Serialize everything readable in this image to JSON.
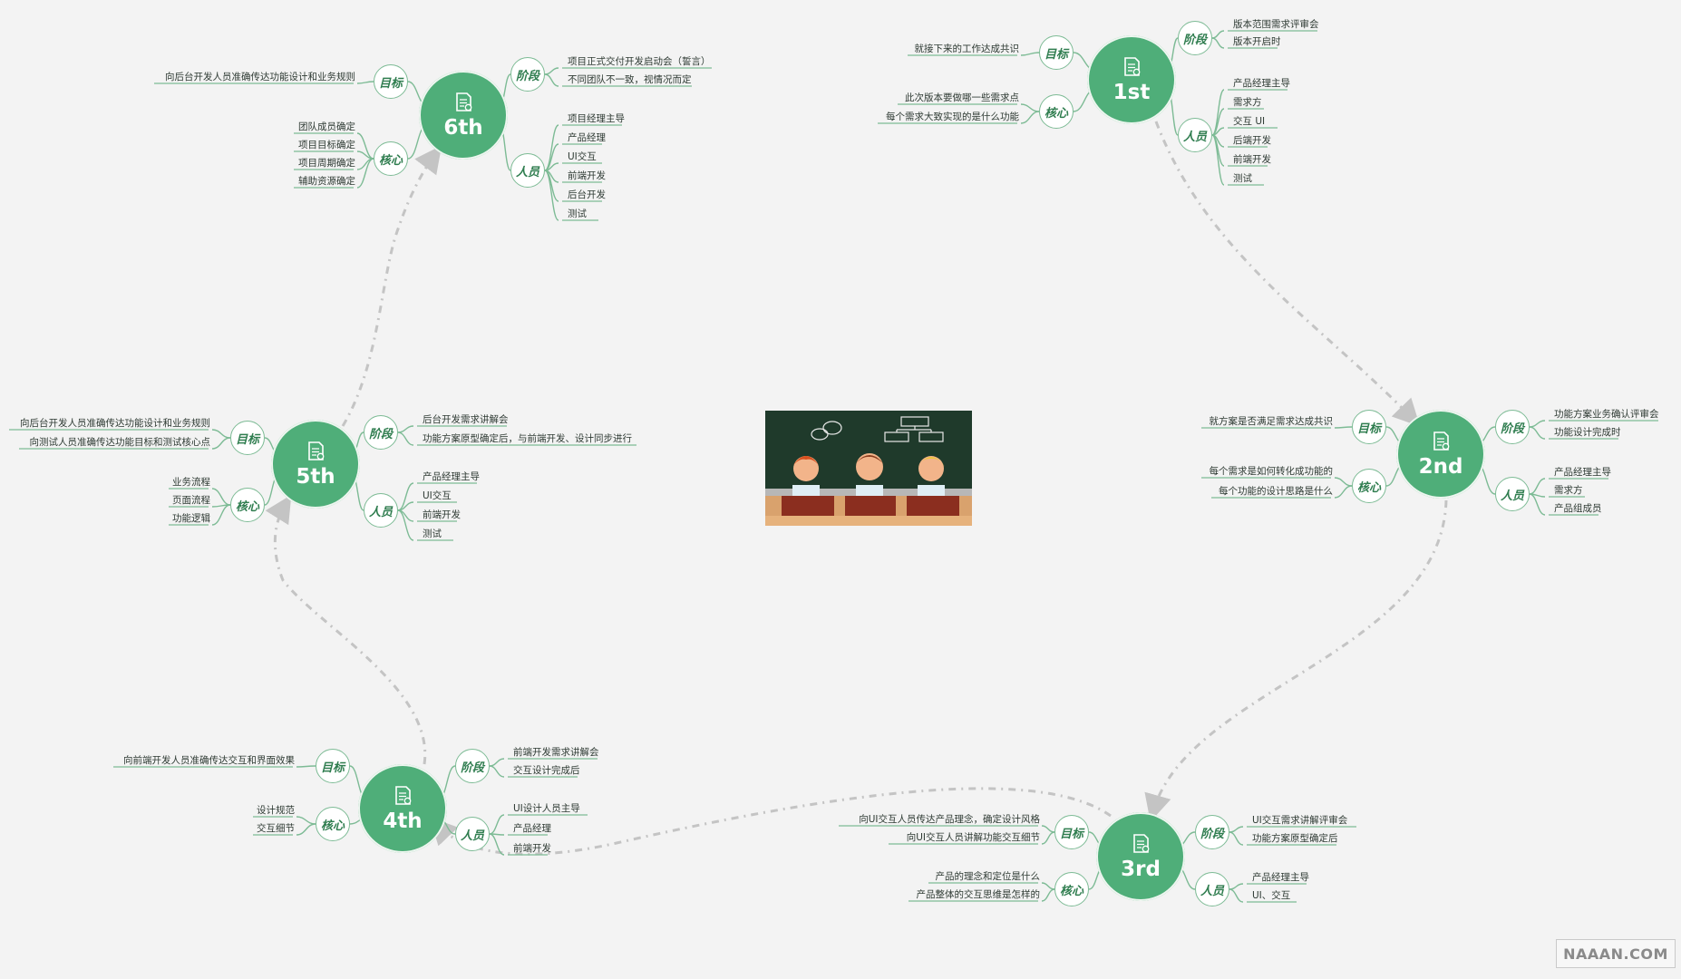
{
  "colors": {
    "hub": "#4fae79",
    "line": "#7dbb95",
    "arrow": "#c4c4c4",
    "text": "#2e3a33"
  },
  "watermark": "NAAAN.COM",
  "centre_image": {
    "icon": "classroom-illustration",
    "board_color": "#1f3a2b",
    "desk_color": "#8b2e1f",
    "floor_color": "#d9a26d"
  },
  "flow_order": [
    "1st",
    "2nd",
    "3rd",
    "4th",
    "5th",
    "6th"
  ],
  "stages": [
    {
      "id": "s1",
      "label": "1st",
      "cats": [
        {
          "id": "goal",
          "label": "目标",
          "items": [
            "就接下来的工作达成共识"
          ]
        },
        {
          "id": "stage",
          "label": "阶段",
          "items": [
            "版本范围需求评审会",
            "版本开启时"
          ]
        },
        {
          "id": "core",
          "label": "核心",
          "items": [
            "此次版本要做哪一些需求点",
            "每个需求大致实现的是什么功能"
          ]
        },
        {
          "id": "people",
          "label": "人员",
          "items": [
            "产品经理主导",
            "需求方",
            "交互 UI",
            "后端开发",
            "前端开发",
            "测试"
          ]
        }
      ]
    },
    {
      "id": "s2",
      "label": "2nd",
      "cats": [
        {
          "id": "goal",
          "label": "目标",
          "items": [
            "就方案是否满足需求达成共识"
          ]
        },
        {
          "id": "stage",
          "label": "阶段",
          "items": [
            "功能方案业务确认评审会",
            "功能设计完成时"
          ]
        },
        {
          "id": "core",
          "label": "核心",
          "items": [
            "每个需求是如何转化成功能的",
            "每个功能的设计思路是什么"
          ]
        },
        {
          "id": "people",
          "label": "人员",
          "items": [
            "产品经理主导",
            "需求方",
            "产品组成员"
          ]
        }
      ]
    },
    {
      "id": "s3",
      "label": "3rd",
      "cats": [
        {
          "id": "goal",
          "label": "目标",
          "items": [
            "向UI交互人员传达产品理念，确定设计风格",
            "向UI交互人员讲解功能交互细节"
          ]
        },
        {
          "id": "stage",
          "label": "阶段",
          "items": [
            "UI交互需求讲解评审会",
            "功能方案原型确定后"
          ]
        },
        {
          "id": "core",
          "label": "核心",
          "items": [
            "产品的理念和定位是什么",
            "产品整体的交互思维是怎样的"
          ]
        },
        {
          "id": "people",
          "label": "人员",
          "items": [
            "产品经理主导",
            "UI、交互"
          ]
        }
      ]
    },
    {
      "id": "s4",
      "label": "4th",
      "cats": [
        {
          "id": "goal",
          "label": "目标",
          "items": [
            "向前端开发人员准确传达交互和界面效果"
          ]
        },
        {
          "id": "stage",
          "label": "阶段",
          "items": [
            "前端开发需求讲解会",
            "交互设计完成后"
          ]
        },
        {
          "id": "core",
          "label": "核心",
          "items": [
            "设计规范",
            "交互细节"
          ]
        },
        {
          "id": "people",
          "label": "人员",
          "items": [
            "UI设计人员主导",
            "产品经理",
            "前端开发"
          ]
        }
      ]
    },
    {
      "id": "s5",
      "label": "5th",
      "cats": [
        {
          "id": "goal",
          "label": "目标",
          "items": [
            "向后台开发人员准确传达功能设计和业务规则",
            "向测试人员准确传达功能目标和测试核心点"
          ]
        },
        {
          "id": "stage",
          "label": "阶段",
          "items": [
            "后台开发需求讲解会",
            "功能方案原型确定后，与前端开发、设计同步进行"
          ]
        },
        {
          "id": "core",
          "label": "核心",
          "items": [
            "业务流程",
            "页面流程",
            "功能逻辑"
          ]
        },
        {
          "id": "people",
          "label": "人员",
          "items": [
            "产品经理主导",
            "UI交互",
            "前端开发",
            "测试"
          ]
        }
      ]
    },
    {
      "id": "s6",
      "label": "6th",
      "cats": [
        {
          "id": "goal",
          "label": "目标",
          "items": [
            "向后台开发人员准确传达功能设计和业务规则"
          ]
        },
        {
          "id": "stage",
          "label": "阶段",
          "items": [
            "项目正式交付开发启动会（誓言）",
            "不同团队不一致，视情况而定"
          ]
        },
        {
          "id": "core",
          "label": "核心",
          "items": [
            "团队成员确定",
            "项目目标确定",
            "项目周期确定",
            "辅助资源确定"
          ]
        },
        {
          "id": "people",
          "label": "人员",
          "items": [
            "项目经理主导",
            "产品经理",
            "UI交互",
            "前端开发",
            "后台开发",
            "测试"
          ]
        }
      ]
    }
  ]
}
